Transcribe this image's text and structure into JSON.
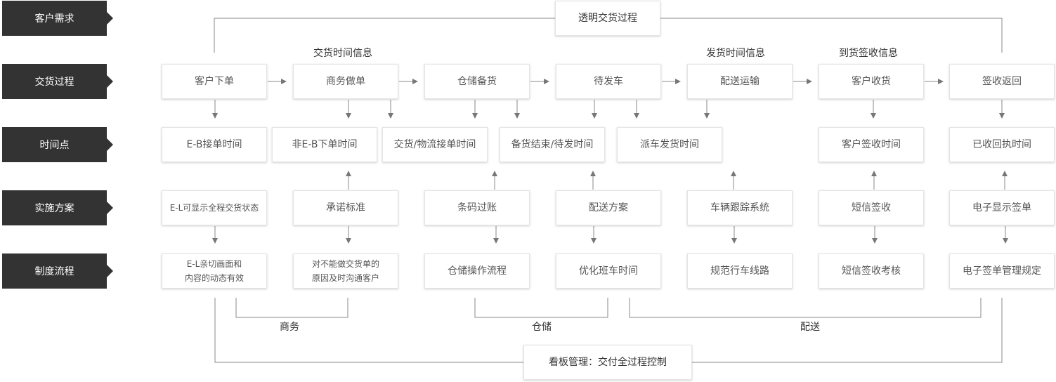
{
  "rows": {
    "demand": "客户需求",
    "process": "交货过程",
    "timepoint": "时间点",
    "implementation": "实施方案",
    "system": "制度流程"
  },
  "top_box": "透明交货过程",
  "bottom_box": "看板管理：交付全过程控制",
  "headers": {
    "delivery_time": "交货时间信息",
    "ship_time": "发货时间信息",
    "receipt": "到货签收信息"
  },
  "process": [
    "客户下单",
    "商务做单",
    "仓储备货",
    "待发车",
    "配送运输",
    "客户收货",
    "签收返回"
  ],
  "timepoints": [
    "E-B接单时间",
    "非E-B下单时间",
    "交货/物流接单时间",
    "备货结束/待发时间",
    "派车发货时间",
    "客户签收时间",
    "已收回执时间"
  ],
  "implementation": [
    "E-L可显示全程交货状态",
    "承诺标准",
    "条码过账",
    "配送方案",
    "车辆跟踪系统",
    "短信签收",
    "电子显示签单"
  ],
  "system": [
    "E-L亲切画面和\n内容的动态有效",
    "对不能做交货单的\n原因及时沟通客户",
    "仓储操作流程",
    "优化班车时间",
    "规范行车线路",
    "短信签收考核",
    "电子签单管理规定"
  ],
  "groups": [
    "商务",
    "仓储",
    "配送"
  ]
}
